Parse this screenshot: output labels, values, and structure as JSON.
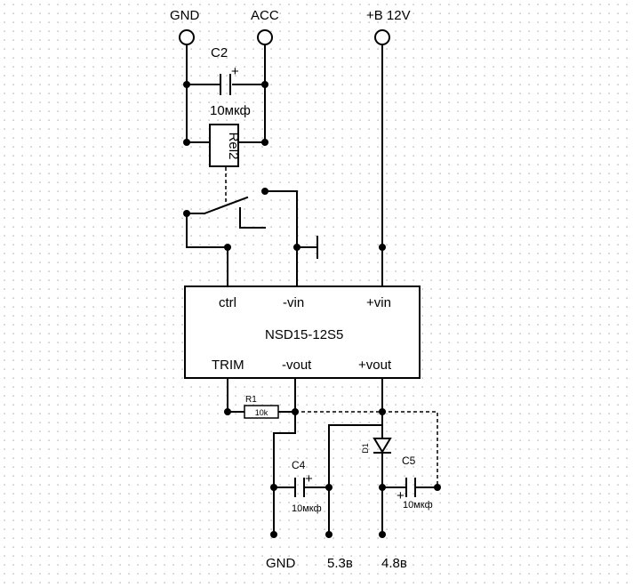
{
  "terminals": {
    "gnd_top": "GND",
    "acc": "ACC",
    "plus_12v": "+B 12V"
  },
  "c2": {
    "name": "C2",
    "value": "10мкф",
    "polarity": "+"
  },
  "relay": {
    "name": "Rel2"
  },
  "module": {
    "name": "NSD15-12S5",
    "pins": {
      "ctrl": "ctrl",
      "minus_vin": "-vin",
      "plus_vin": "+vin",
      "trim": "TRIM",
      "minus_vout": "-vout",
      "plus_vout": "+vout"
    }
  },
  "r1": {
    "name": "R1",
    "value": "10k"
  },
  "d1": {
    "name": "D1"
  },
  "c4": {
    "name": "C4",
    "value": "10мкф",
    "polarity": "+"
  },
  "c5": {
    "name": "C5",
    "value": "10мкф",
    "polarity": "+"
  },
  "outputs": {
    "gnd": "GND",
    "v53": "5.3в",
    "v48": "4.8в"
  },
  "colors": {
    "background": "#ffffff",
    "grid_dot": "#9a9a9a",
    "wire": "#000000"
  }
}
